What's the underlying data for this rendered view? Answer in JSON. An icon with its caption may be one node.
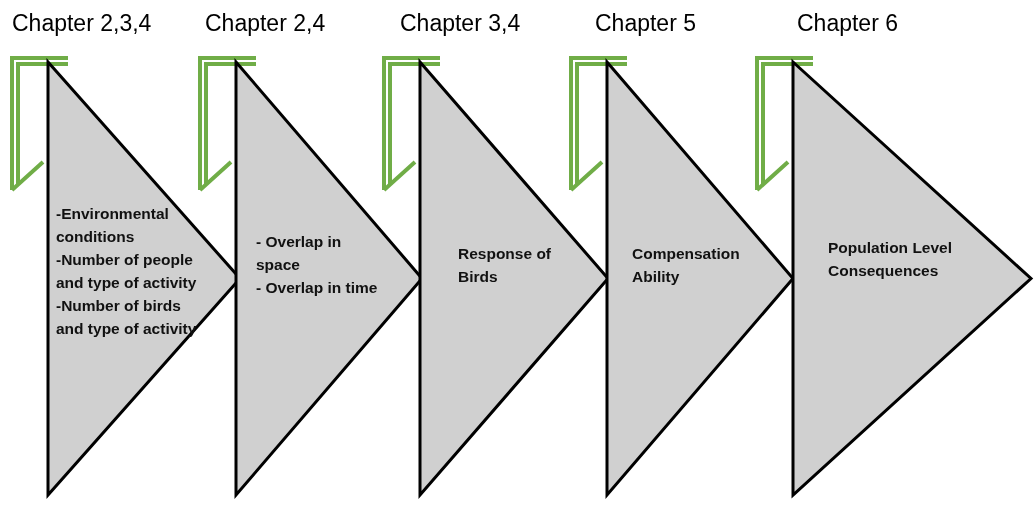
{
  "diagram": {
    "nodes": [
      {
        "text": [
          "-Environmental conditions",
          "-Number of people and type of activity",
          "-Number of birds and type of activity"
        ],
        "beside": [
          "Chapter 2,3,4"
        ]
      },
      {
        "text": [
          "- Overlap in space",
          "- Overlap in time"
        ],
        "beside": [
          "Chapter 2,4"
        ]
      },
      {
        "text": [
          "Response of Birds"
        ],
        "beside": [
          "Chapter 3,4"
        ]
      },
      {
        "text": [
          "Compensation Ability"
        ],
        "beside": [
          "Chapter 5"
        ]
      },
      {
        "text": [
          "Population Level Consequences"
        ],
        "beside": [
          "Chapter 6"
        ]
      }
    ],
    "edges": []
  }
}
